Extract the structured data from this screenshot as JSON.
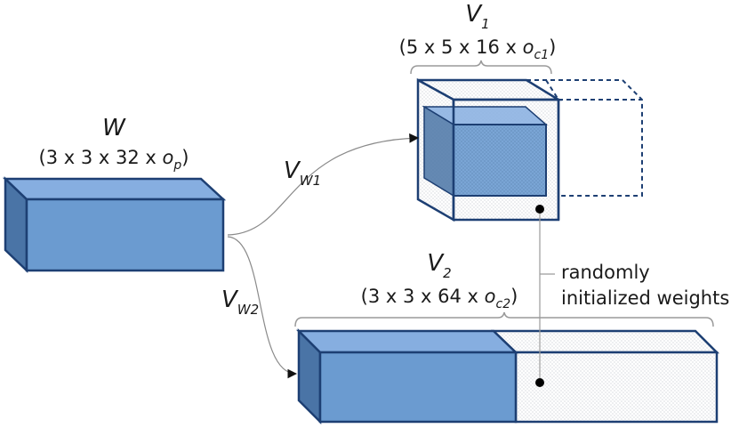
{
  "labels": {
    "w_name": "W",
    "w_shape_prefix": "(3 x 3 x 32 x ",
    "w_shape_var": "o",
    "w_shape_sub": "p",
    "w_shape_suffix": ")",
    "v1_name": "V",
    "v1_sub": "1",
    "v1_shape_prefix": "(5 x 5 x 16 x ",
    "v1_shape_var": "o",
    "v1_shape_sub": "c1",
    "v1_shape_suffix": ")",
    "v2_name": "V",
    "v2_sub": "2",
    "v2_shape_prefix": "(3 x 3 x 64 x ",
    "v2_shape_var": "o",
    "v2_shape_sub": "c2",
    "v2_shape_suffix": ")",
    "vw1_name": "V",
    "vw1_sub": "W1",
    "vw2_name": "V",
    "vw2_sub": "W2",
    "random_line1": "randomly",
    "random_line2": "initialized weights"
  },
  "colors": {
    "outline": "#1d3f73",
    "blue_front": "#6b9bd0",
    "blue_top": "#86aee0",
    "blue_side": "#4a74a6",
    "connector": "#9a9a9a",
    "dot_pattern": "#a9b0ba",
    "text": "#1a1a1a"
  }
}
